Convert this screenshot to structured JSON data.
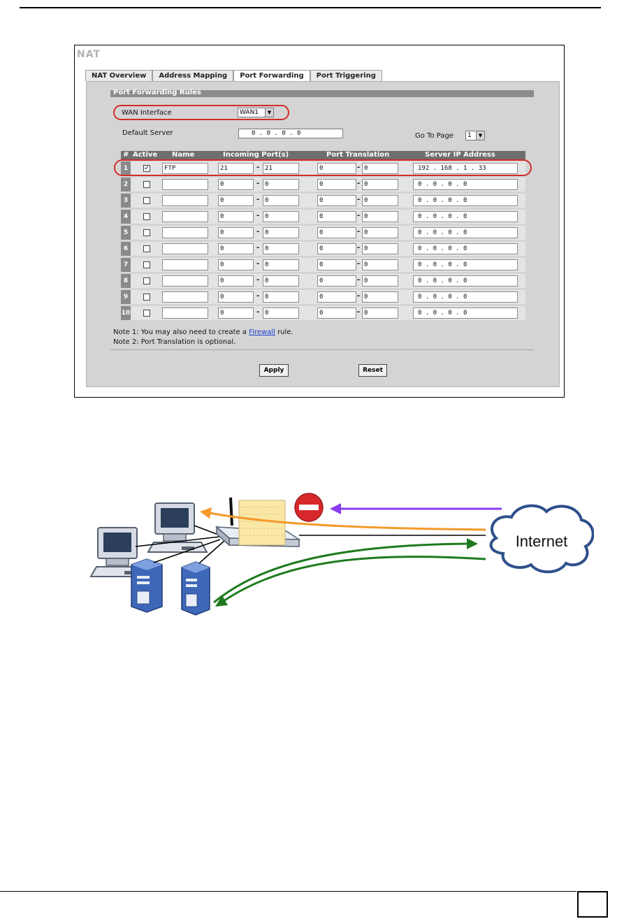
{
  "screen": {
    "title": "NAT",
    "tabs": [
      "NAT Overview",
      "Address Mapping",
      "Port Forwarding",
      "Port Triggering"
    ],
    "active_tab": "Port Forwarding",
    "section_title": "Port Forwarding Rules",
    "wan_interface_label": "WAN Interface",
    "wan_interface_value": "WAN1",
    "default_server_label": "Default Server",
    "default_server_value": "0 . 0 . 0 . 0",
    "go_to_page_label": "Go To Page",
    "go_to_page_value": "1",
    "columns": [
      "#",
      "Active",
      "Name",
      "Incoming Port(s)",
      "Port Translation",
      "Server IP Address"
    ],
    "rows": [
      {
        "num": "1",
        "active": "✓",
        "name": "FTP",
        "in_start": "21",
        "in_end": "21",
        "pt_start": "0",
        "pt_end": "0",
        "ip": "192 . 168 . 1 . 33"
      },
      {
        "num": "2",
        "active": "",
        "name": "",
        "in_start": "0",
        "in_end": "0",
        "pt_start": "0",
        "pt_end": "0",
        "ip": "0 . 0 . 0 . 0"
      },
      {
        "num": "3",
        "active": "",
        "name": "",
        "in_start": "0",
        "in_end": "0",
        "pt_start": "0",
        "pt_end": "0",
        "ip": "0 . 0 . 0 . 0"
      },
      {
        "num": "4",
        "active": "",
        "name": "",
        "in_start": "0",
        "in_end": "0",
        "pt_start": "0",
        "pt_end": "0",
        "ip": "0 . 0 . 0 . 0"
      },
      {
        "num": "5",
        "active": "",
        "name": "",
        "in_start": "0",
        "in_end": "0",
        "pt_start": "0",
        "pt_end": "0",
        "ip": "0 . 0 . 0 . 0"
      },
      {
        "num": "6",
        "active": "",
        "name": "",
        "in_start": "0",
        "in_end": "0",
        "pt_start": "0",
        "pt_end": "0",
        "ip": "0 . 0 . 0 . 0"
      },
      {
        "num": "7",
        "active": "",
        "name": "",
        "in_start": "0",
        "in_end": "0",
        "pt_start": "0",
        "pt_end": "0",
        "ip": "0 . 0 . 0 . 0"
      },
      {
        "num": "8",
        "active": "",
        "name": "",
        "in_start": "0",
        "in_end": "0",
        "pt_start": "0",
        "pt_end": "0",
        "ip": "0 . 0 . 0 . 0"
      },
      {
        "num": "9",
        "active": "",
        "name": "",
        "in_start": "0",
        "in_end": "0",
        "pt_start": "0",
        "pt_end": "0",
        "ip": "0 . 0 . 0 . 0"
      },
      {
        "num": "10",
        "active": "",
        "name": "",
        "in_start": "0",
        "in_end": "0",
        "pt_start": "0",
        "pt_end": "0",
        "ip": "0 . 0 . 0 . 0"
      }
    ],
    "note1_before": "Note 1: You may also need to create a ",
    "note1_link": "Firewall",
    "note1_after": " rule.",
    "note2": "Note 2: Port Translation is optional.",
    "apply_label": "Apply",
    "reset_label": "Reset"
  },
  "diagram": {
    "internet_label": "Internet",
    "colors": {
      "orange": "#f39a2a",
      "green": "#1f7a1f",
      "purple": "#8a3cf0",
      "block": "#d8282b"
    }
  }
}
